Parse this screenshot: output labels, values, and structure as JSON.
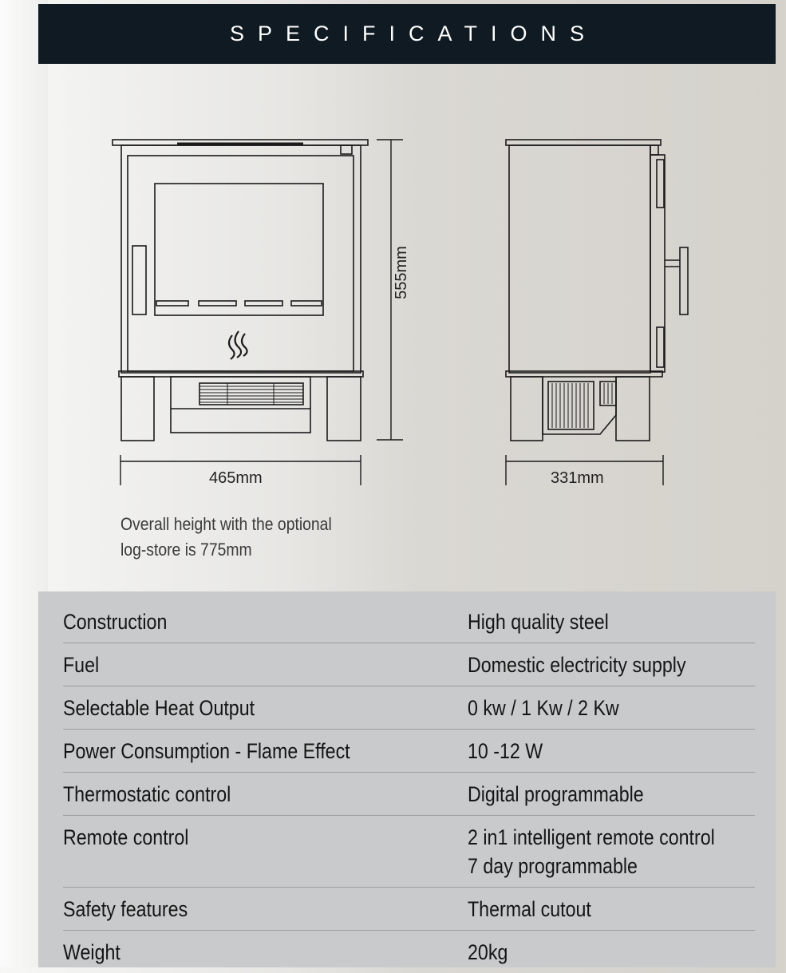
{
  "header": {
    "title": "SPECIFICATIONS"
  },
  "dimensions": {
    "width_front": "465mm",
    "height": "555mm",
    "depth_side": "331mm"
  },
  "note": {
    "line1": "Overall height with the optional",
    "line2": "log-store is 775mm"
  },
  "specs": [
    {
      "label": "Construction",
      "value": [
        "High quality steel"
      ]
    },
    {
      "label": "Fuel",
      "value": [
        "Domestic electricity supply"
      ]
    },
    {
      "label": "Selectable Heat Output",
      "value": [
        "0 kw / 1 Kw / 2 Kw"
      ]
    },
    {
      "label": "Power Consumption - Flame Effect",
      "value": [
        "10 -12 W"
      ]
    },
    {
      "label": "Thermostatic control",
      "value": [
        "Digital programmable"
      ]
    },
    {
      "label": "Remote control",
      "value": [
        "2 in1 intelligent remote control",
        "7 day programmable"
      ]
    },
    {
      "label": "Safety features",
      "value": [
        "Thermal cutout"
      ]
    },
    {
      "label": "Weight",
      "value": [
        "20kg"
      ]
    }
  ]
}
